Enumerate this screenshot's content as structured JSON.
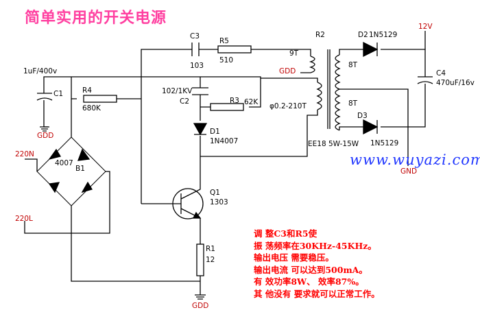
{
  "title": "简单实用的开关电源",
  "watermark": "www.wuyazi.com",
  "colors": {
    "title": "#ff3fa0",
    "watermark": "#1e35ff",
    "notes": "#ff0000",
    "wire": "#000000",
    "port_label": "#c00000"
  },
  "components": {
    "c3": {
      "ref": "C3",
      "value": "103"
    },
    "r5": {
      "ref": "R5",
      "value": "510"
    },
    "c1": {
      "ref": "C1",
      "value": "1uF/400v"
    },
    "r4": {
      "ref": "R4",
      "value": "680K"
    },
    "c2": {
      "ref": "C2",
      "value": "102/1KV"
    },
    "r3": {
      "ref": "R3",
      "value": "62K"
    },
    "d1": {
      "ref": "D1",
      "value": "1N4007"
    },
    "b1": {
      "ref": "B1",
      "value": "4007"
    },
    "q1": {
      "ref": "Q1",
      "value": "1303"
    },
    "r1": {
      "ref": "R1",
      "value": "12"
    },
    "r2": {
      "ref": "R2"
    },
    "d2": {
      "ref": "D2",
      "value": "1N5129"
    },
    "d3": {
      "ref": "D3",
      "value": "1N5129"
    },
    "c4": {
      "ref": "C4",
      "value": "470uF/16v"
    }
  },
  "transformer": {
    "core": "EE18 5W-15W",
    "winding_fb": "9T",
    "winding_primary": "φ0.2-210T",
    "winding_sec_top": "8T",
    "winding_sec_bottom": "8T"
  },
  "ports": {
    "ac_n": "220N",
    "ac_l": "220L",
    "v12": "12V",
    "gnd_out": "GND",
    "gdd_c1": "GDD",
    "gdd_r1": "GDD",
    "gdd_t": "GDD"
  },
  "notes": [
    "调 整C3和R5使",
    "振 荡频率在30KHz-45KHz。",
    "输出电压 需要稳压。",
    "输出电流 可以达到500mA。",
    "有 效功率8W、 效率87%。",
    "其 他没有 要求就可以正常工作。"
  ]
}
